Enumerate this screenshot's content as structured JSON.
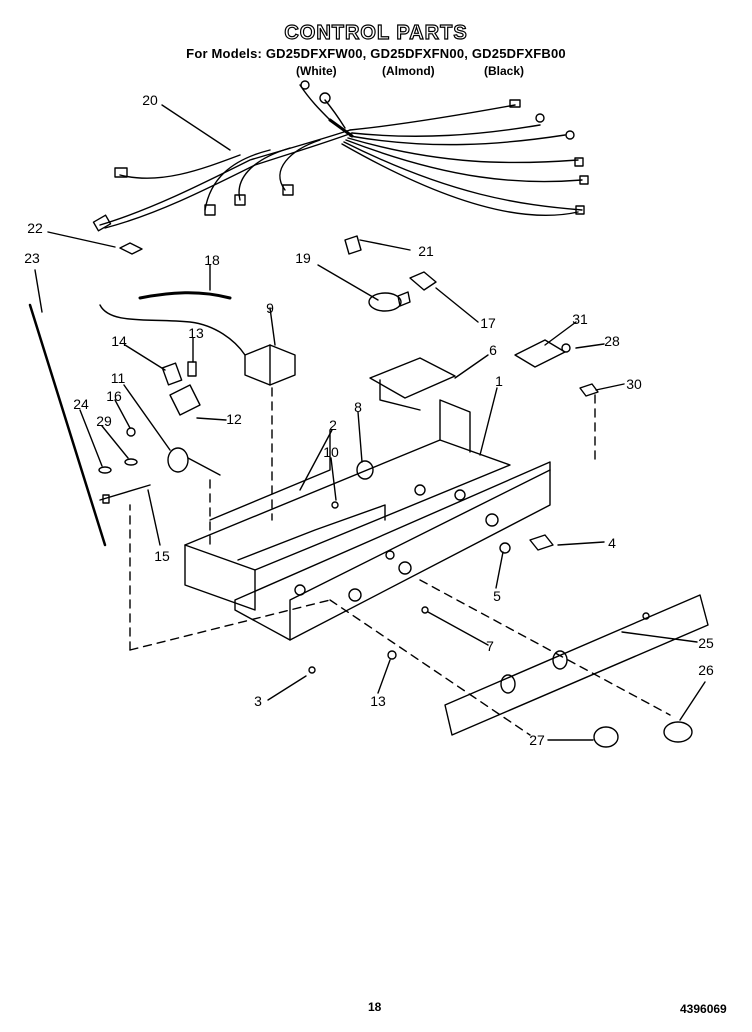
{
  "title": "CONTROL PARTS",
  "models_line": "For Models: GD25DFXFW00, GD25DFXFN00, GD25DFXFB00",
  "color_variants": [
    "(White)",
    "(Almond)",
    "(Black)"
  ],
  "callouts": [
    "20",
    "22",
    "23",
    "21",
    "18",
    "19",
    "17",
    "9",
    "13",
    "14",
    "31",
    "28",
    "6",
    "11",
    "12",
    "16",
    "8",
    "1",
    "30",
    "24",
    "29",
    "2",
    "10",
    "15",
    "4",
    "5",
    "7",
    "25",
    "26",
    "3",
    "13",
    "27"
  ],
  "page_number": "18",
  "document_number": "4396069"
}
